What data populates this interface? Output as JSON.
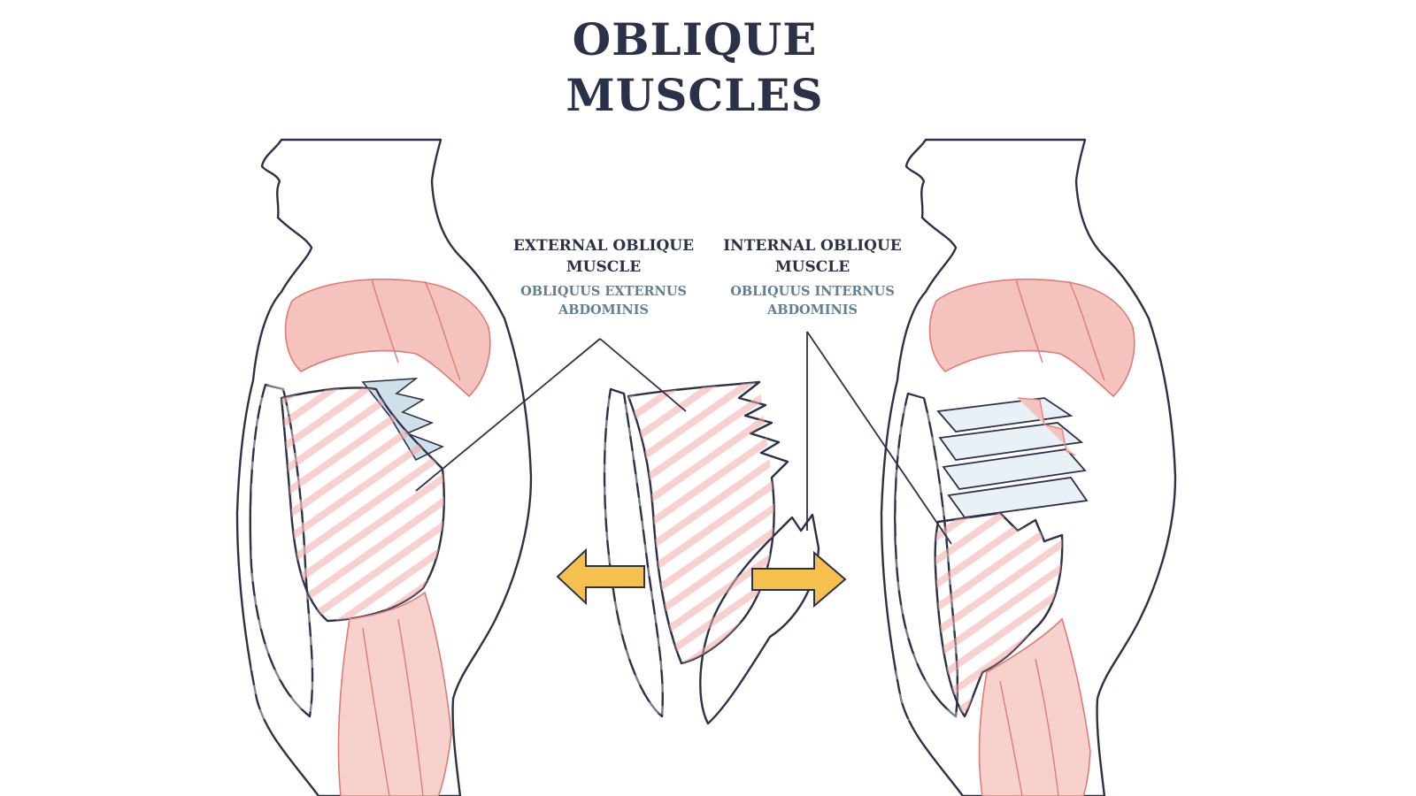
{
  "title": {
    "line1": "OBLIQUE",
    "line2": "MUSCLES"
  },
  "labels": {
    "external": {
      "line1": "EXTERNAL OBLIQUE",
      "line2": "MUSCLE",
      "latin1": "OBLIQUUS EXTERNUS",
      "latin2": "ABDOMINIS"
    },
    "internal": {
      "line1": "INTERNAL OBLIQUE",
      "line2": "MUSCLE",
      "latin1": "OBLIQUUS INTERNUS",
      "latin2": "ABDOMINIS"
    }
  },
  "colors": {
    "skin": "#f8d9a8",
    "skin_light": "#fdeed6",
    "muscle": "#d85c60",
    "muscle_light": "#f3b9b5",
    "muscle_pale": "#f9d9d3",
    "fascia": "#c9dbe6",
    "arrow": "#f6c04f",
    "ink": "#2b3148",
    "latin": "#5f7f93"
  },
  "icons": {
    "arrow_left": "arrow-left-icon",
    "arrow_right": "arrow-right-icon"
  }
}
